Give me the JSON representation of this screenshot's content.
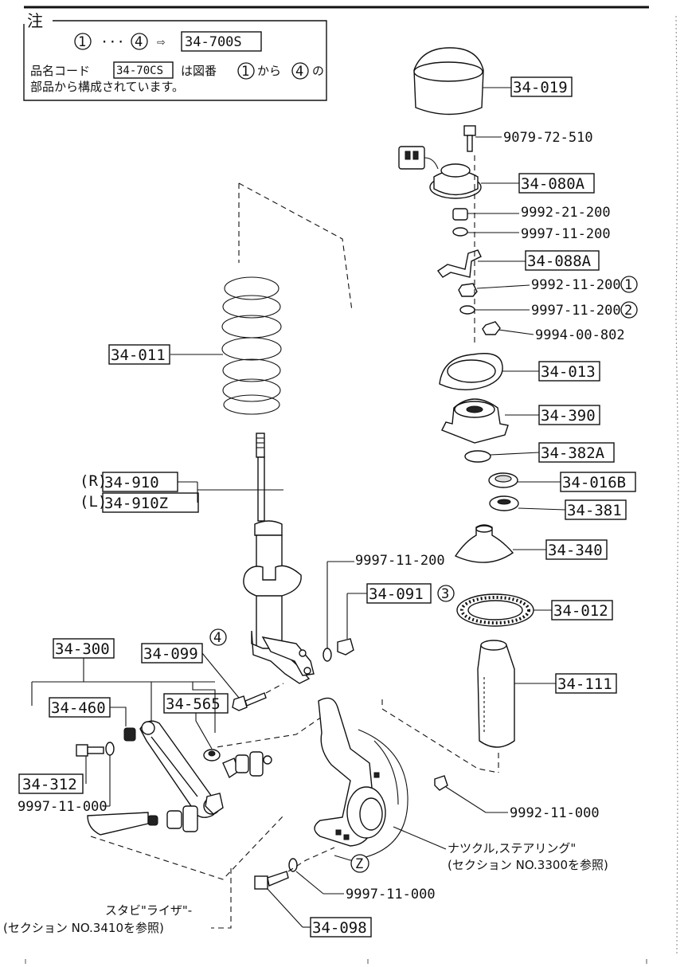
{
  "note": {
    "heading": "注",
    "range_start": "1",
    "range_dots": "···",
    "range_end": "4",
    "arrow": "⇨",
    "assembly_code": "34-700S",
    "line2_prefix": "品名コード",
    "line2_code": "34-70CS",
    "line2_mid": "は図番",
    "line2_from": "1",
    "line2_kara": "から",
    "line2_to": "4",
    "line2_no": "の",
    "line3": "部品から構成されています。"
  },
  "parts": {
    "p34_019": "34-019",
    "p9079": "9079-72-510",
    "p34_080A": "34-080A",
    "p9992_21": "9992-21-200",
    "p9997_11a": "9997-11-200",
    "p34_088A": "34-088A",
    "p9992_11": "9992-11-200",
    "mark1": "1",
    "p9997_11b": "9997-11-200",
    "mark2": "2",
    "p9994": "9994-00-802",
    "p34_013": "34-013",
    "p34_390": "34-390",
    "p34_382A": "34-382A",
    "p34_016B": "34-016B",
    "p34_381": "34-381",
    "p34_340": "34-340",
    "p34_012": "34-012",
    "p34_111": "34-111",
    "p34_011": "34-011",
    "r_label": "(R)",
    "p34_910": "34-910",
    "l_label": "(L)",
    "p34_910Z": "34-910Z",
    "p9997_11c": "9997-11-200",
    "p34_091": "34-091",
    "mark3": "3",
    "p34_099": "34-099",
    "mark4": "4",
    "p34_300": "34-300",
    "p34_460": "34-460",
    "p34_565": "34-565",
    "markZ1": "Z",
    "p34_312": "34-312",
    "p9997_11_000a": "9997-11-000",
    "p9992_11_000": "9992-11-000",
    "knuckle_label": "ナツクル,ステアリング\"",
    "knuckle_ref": "(セクション NO.3300を参照)",
    "markZ2": "Z",
    "p9997_11_000b": "9997-11-000",
    "stab_label": "スタビ\"ライザ\"-",
    "stab_ref": "(セクション NO.3410を参照)",
    "p34_098": "34-098"
  }
}
